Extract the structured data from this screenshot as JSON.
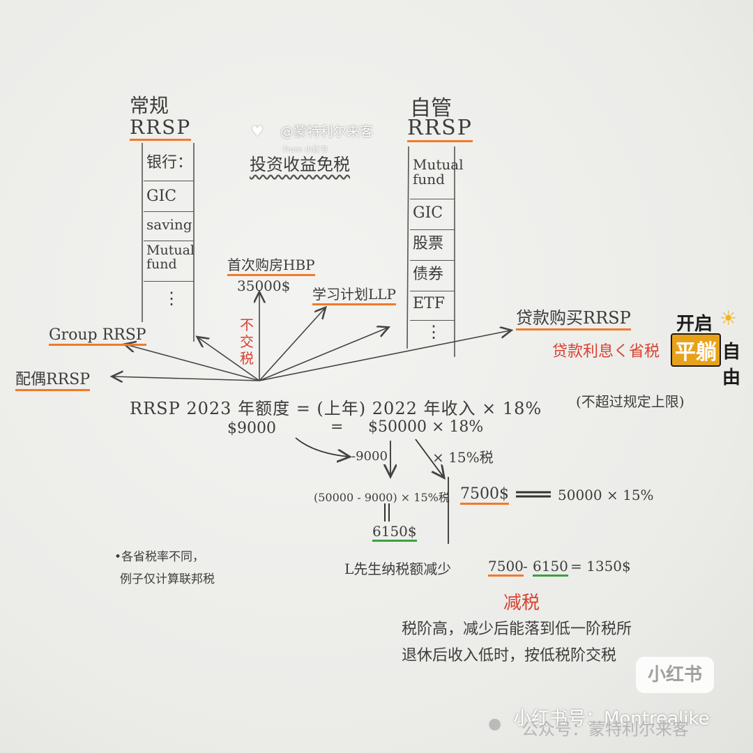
{
  "watermark": {
    "account": "@蒙特利尔来客",
    "source": "From 小红书",
    "bottom_id": "小红书号：Montrealike",
    "wechat": "公众号：蒙特利尔来客",
    "badge": "小红书"
  },
  "title": "投资收益免税",
  "regular": {
    "heading1": "常规",
    "heading2": "RRSP",
    "items": [
      "银行：",
      "GIC",
      "saving",
      "Mutual fund",
      "⋮"
    ]
  },
  "self": {
    "heading1": "自管",
    "heading2": "RRSP",
    "items": [
      "Mutual fund",
      "GIC",
      "股票",
      "债券",
      "ETF",
      "⋮"
    ]
  },
  "branches": {
    "hbp": "首次购房HBP",
    "hbp_amount": "35000$",
    "llp": "学习计划LLP",
    "no_tax": "不交税",
    "group": "Group RRSP",
    "spouse": "配偶RRSP",
    "loan": "贷款购买RRSP",
    "loan_note": "贷款利息く省税"
  },
  "formula": {
    "line1": "RRSP 2023 年额度 = (上年) 2022 年收入 × 18%",
    "limit_note": "(不超过规定上限)",
    "left": "$9000",
    "eq": "=",
    "right": "$50000 × 18%",
    "minus9000": "-9000",
    "x15": "× 15%税",
    "calc_a": "(50000 - 9000) × 15%税",
    "result_a": "6150$",
    "result_b": "7500$",
    "calc_b": "50000 × 15%",
    "reduce_prefix": "L先生纳税额减少",
    "reduce_7500": "7500",
    "reduce_dash": "-",
    "reduce_6150": "6150",
    "reduce_result": "= 1350$",
    "tax_cut": "减税",
    "note1": "税阶高，减少后能落到低一阶税所",
    "note2": "退休后收入低时，按低税阶交税"
  },
  "side_note": {
    "line1": "•各省税率不同，",
    "line2": "例子仅计算联邦税"
  },
  "sticker": {
    "line1": "开启",
    "line2": "平躺",
    "line3": "自由"
  },
  "colors": {
    "ink": "#3c3c3c",
    "red": "#d8402f",
    "orange": "#f07a2a",
    "green": "#3aa040"
  }
}
